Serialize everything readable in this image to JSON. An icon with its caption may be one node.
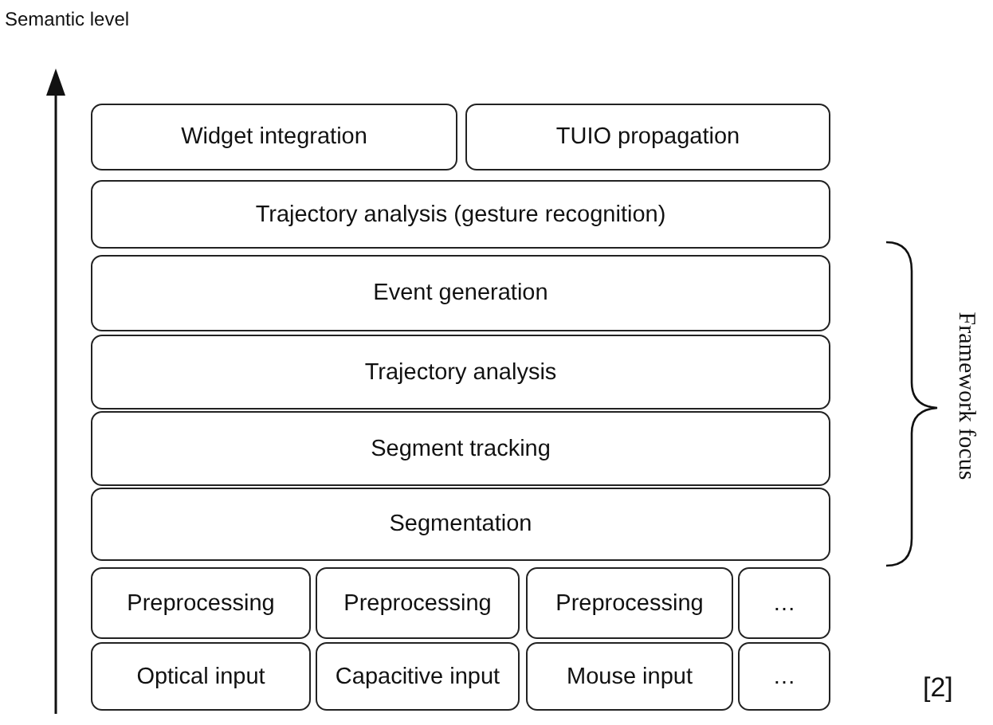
{
  "diagram": {
    "nodes": [
      {
        "text": [
          "Widget integration"
        ]
      },
      {
        "text": [
          "TUIO propagation"
        ]
      },
      {
        "text": [
          "Trajectory analysis (gesture recognition)"
        ]
      },
      {
        "text": [
          "Event generation"
        ]
      },
      {
        "text": [
          "Trajectory analysis"
        ]
      },
      {
        "text": [
          "Segment tracking"
        ]
      },
      {
        "text": [
          "Segmentation"
        ]
      },
      {
        "text": [
          "Preprocessing"
        ]
      },
      {
        "text": [
          "Preprocessing"
        ]
      },
      {
        "text": [
          "Preprocessing"
        ]
      },
      {
        "text": [
          "…"
        ]
      },
      {
        "text": [
          "Optical input"
        ]
      },
      {
        "text": [
          "Capacitive input"
        ]
      },
      {
        "text": [
          "Mouse input"
        ]
      },
      {
        "text": [
          "…"
        ]
      }
    ],
    "labels": [
      "Semantic level",
      "Framework focus",
      "[2]"
    ]
  }
}
